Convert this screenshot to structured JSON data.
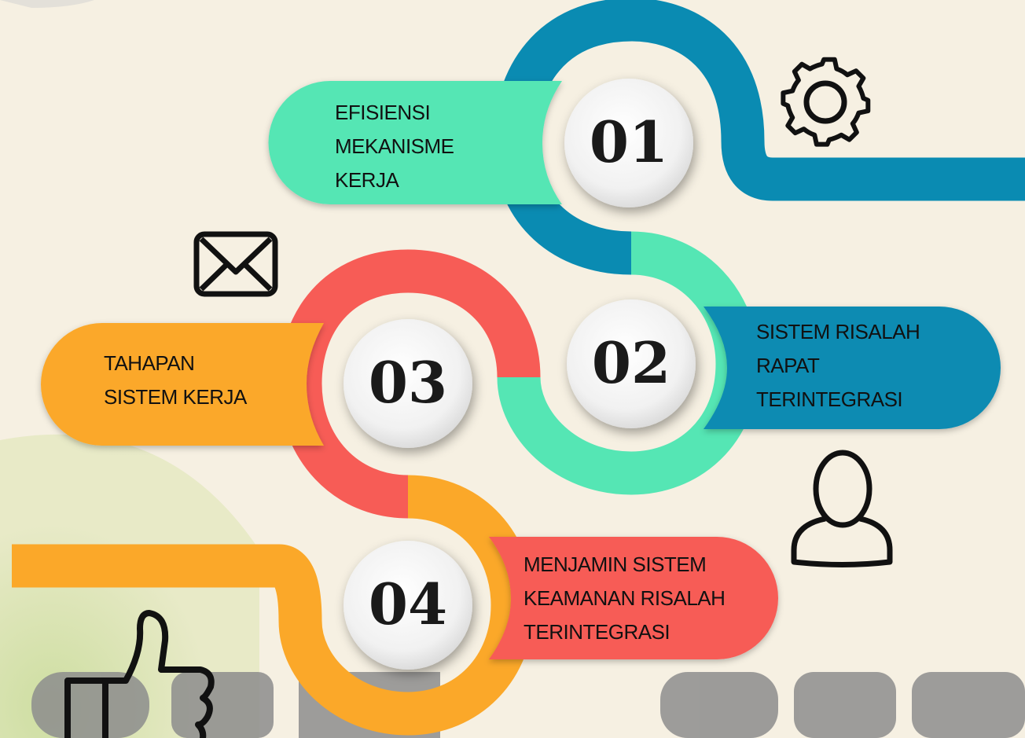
{
  "steps": [
    {
      "number": "01",
      "lines": [
        "EFISIENSI",
        "MEKANISME",
        "KERJA"
      ],
      "color": "#55e6b4"
    },
    {
      "number": "02",
      "lines": [
        "SISTEM RISALAH",
        "RAPAT",
        "TERINTEGRASI"
      ],
      "color": "#0a8bb2"
    },
    {
      "number": "03",
      "lines": [
        "TAHAPAN",
        "SISTEM KERJA"
      ],
      "color": "#fba829"
    },
    {
      "number": "04",
      "lines": [
        "MENJAMIN SISTEM",
        "KEAMANAN RISALAH",
        "TERINTEGRASI"
      ],
      "color": "#f75c56"
    }
  ],
  "icons": [
    "gear-icon",
    "envelope-icon",
    "user-icon",
    "thumbs-up-icon"
  ],
  "colors": {
    "background": "#f6f0e2",
    "teal": "#55e6b4",
    "blue": "#0a8bb2",
    "red": "#f75c56",
    "orange": "#fba829",
    "watermark": "#8a8a8a"
  }
}
